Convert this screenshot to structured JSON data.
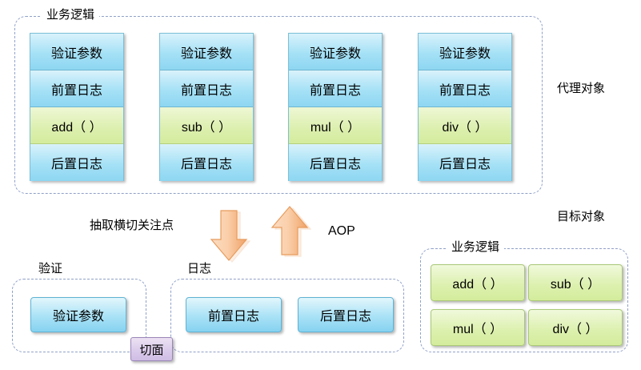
{
  "diagram": {
    "title_hidden": "",
    "proxy_group": {
      "caption": "业务逻辑",
      "side_label": "代理对象",
      "columns": [
        {
          "name": "add-column",
          "cells": [
            {
              "text": "验证参数",
              "kind": "blue"
            },
            {
              "text": "前置日志",
              "kind": "blue"
            },
            {
              "text": "add（ ）",
              "kind": "green"
            },
            {
              "text": "后置日志",
              "kind": "blue"
            }
          ]
        },
        {
          "name": "sub-column",
          "cells": [
            {
              "text": "验证参数",
              "kind": "blue"
            },
            {
              "text": "前置日志",
              "kind": "blue"
            },
            {
              "text": "sub（ ）",
              "kind": "green"
            },
            {
              "text": "后置日志",
              "kind": "blue"
            }
          ]
        },
        {
          "name": "mul-column",
          "cells": [
            {
              "text": "验证参数",
              "kind": "blue"
            },
            {
              "text": "前置日志",
              "kind": "blue"
            },
            {
              "text": "mul（ ）",
              "kind": "green"
            },
            {
              "text": "后置日志",
              "kind": "blue"
            }
          ]
        },
        {
          "name": "div-column",
          "cells": [
            {
              "text": "验证参数",
              "kind": "blue"
            },
            {
              "text": "前置日志",
              "kind": "blue"
            },
            {
              "text": "div（ ）",
              "kind": "green"
            },
            {
              "text": "后置日志",
              "kind": "blue"
            }
          ]
        }
      ]
    },
    "middle": {
      "extract_label": "抽取横切关注点",
      "aop_label": "AOP",
      "down_arrow_name": "extract-down-arrow",
      "up_arrow_name": "weave-up-arrow",
      "arrow_color": "#f4b183"
    },
    "aspect_groups": {
      "validate": {
        "caption": "验证",
        "items": [
          "验证参数"
        ]
      },
      "logging": {
        "caption": "日志",
        "items": [
          "前置日志",
          "后置日志"
        ]
      },
      "aspect_badge": "切面"
    },
    "target_group": {
      "side_label": "目标对象",
      "caption": "业务逻辑",
      "methods": [
        "add（ ）",
        "sub（ ）",
        "mul（ ）",
        "div（ ）"
      ]
    },
    "colors": {
      "blue_fill": "#a5e1f6",
      "green_fill": "#d8ee9f",
      "purple_fill": "#d5c6e8",
      "arrow_orange": "#f4b183",
      "dashed_border": "#8fa0c8"
    }
  }
}
